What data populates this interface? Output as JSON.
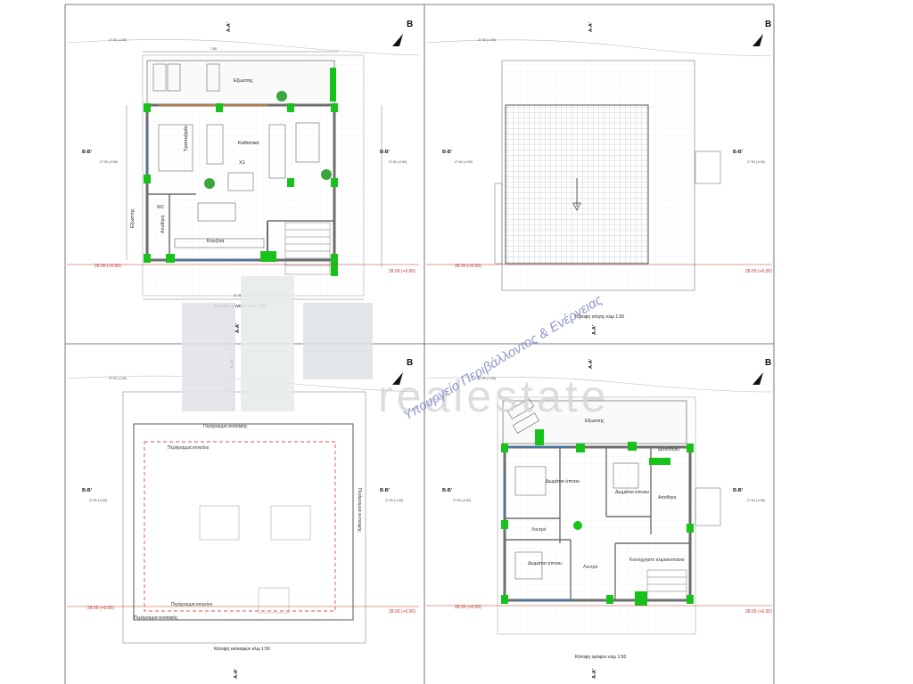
{
  "north_label": "B",
  "section_labels": {
    "left": "B-B'",
    "right": "B-B'",
    "top": "A-A'",
    "bottom": "A-A'"
  },
  "levels": {
    "ground": "28.00 (+0.00)",
    "ground_dim": "27.00 (-1.00)",
    "terrain_a": "27.50 (-0.50)",
    "terrain_b": "27.00 (-1.00)"
  },
  "plans": {
    "ground": {
      "caption": "Κάτοψη ισογείου κλιμ 1:50",
      "rooms": {
        "outdoor": "Εξωστης",
        "living": "Καθιστικό",
        "space": "Χ1",
        "dining": "Τραπεζαρία",
        "kitchen": "Κουζίνα",
        "outdoor_side": "Εξωστης",
        "wc": "WC",
        "storage": "Αποθήκη"
      }
    },
    "roof": {
      "caption": "Κάτοψη στέγης κλιμ 1:50"
    },
    "foundation": {
      "caption": "Κάτοψη εκσκαφών κλιμ 1:50",
      "labels": {
        "excavation_top": "Περίγραμμα εκσκαφής",
        "slab_top": "Περίγραμμα ισογείου",
        "slab_bottom": "Περίγραμμα ισογείου",
        "excavation_bottom": "Περίγραμμα εκσκαφής",
        "side": "Περίγραμμα εκσκαφής"
      }
    },
    "upper": {
      "caption": "Κάτοψη ορόφου κλιμ 1:50",
      "rooms": {
        "outdoor": "Εξωστης",
        "bedroom1": "Δωμάτιο ύπνου",
        "bedroom2": "Δωμάτιο ύπνου",
        "bedroom3": "Δωμάτιο ύπνου",
        "bath1": "Λουτρό",
        "bath2": "Λουτρό",
        "closet": "Ιματιοθήκη",
        "storage_room": "Αποθήκη",
        "hall": "Κοινόχρηστο κλιμακοστάσιο"
      }
    }
  },
  "watermark": {
    "logo": "realestate",
    "ministry": "Υπουργείο Περιβάλλοντος & Ενέργειας"
  },
  "colors": {
    "wall": "#6e6e6e",
    "green": "#17c21a",
    "level": "#c0392b",
    "accent": "#d88a2a",
    "dashed": "#d9534f"
  }
}
